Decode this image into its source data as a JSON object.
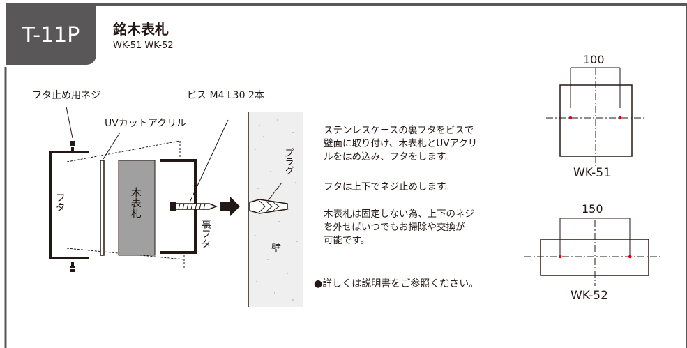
{
  "header": {
    "badge": "T-11P",
    "title": "銘木表札",
    "models": "WK-51  WK-52"
  },
  "diagram": {
    "label_screw": "フタ止め用ネジ",
    "label_acrylic": "UVカットアクリル",
    "label_bis": "ビス M4 L30 2本",
    "label_front_lid": "フタ",
    "label_nameplate": "木表札",
    "label_back_lid": "裏フタ",
    "label_plug": "プラグ",
    "label_wall": "壁"
  },
  "description": {
    "p1": [
      "ステンレスケースの裏フタをビスで",
      "壁面に取り付け、木表札とUVアクリ",
      "ルをはめ込み、フタをします。"
    ],
    "p2": [
      "フタは上下でネジ止めします。"
    ],
    "p3": [
      "木表札は固定しない為、上下のネジ",
      "を外せばいつでもお掃除や交換が",
      "可能です。"
    ],
    "note": "●詳しくは説明書をご参照ください。"
  },
  "dimensions": {
    "wk51_width": "100",
    "wk51_name": "WK-51",
    "wk52_width": "150",
    "wk52_name": "WK-52"
  },
  "colors": {
    "badge_bg": "#595757",
    "hole_mark": "#e60012",
    "line": "#231815",
    "wall": "#efefef"
  }
}
